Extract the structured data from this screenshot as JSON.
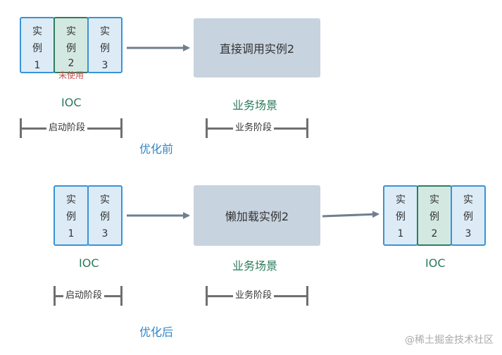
{
  "top": {
    "instances": [
      {
        "line1": "实",
        "line2": "例",
        "num": "1",
        "note": ""
      },
      {
        "line1": "实",
        "line2": "例",
        "num": "2",
        "note": "未使用"
      },
      {
        "line1": "实",
        "line2": "例",
        "num": "3",
        "note": ""
      }
    ],
    "action": "直接调用实例2",
    "ioc_label": "IOC",
    "scene_label": "业务场景",
    "startup_phase": "启动阶段",
    "business_phase": "业务阶段",
    "caption": "优化前"
  },
  "bottom": {
    "instances": [
      {
        "line1": "实",
        "line2": "例",
        "num": "1"
      },
      {
        "line1": "实",
        "line2": "例",
        "num": "3"
      }
    ],
    "action": "懒加载实例2",
    "right_instances": [
      {
        "line1": "实",
        "line2": "例",
        "num": "1"
      },
      {
        "line1": "实",
        "line2": "例",
        "num": "2"
      },
      {
        "line1": "实",
        "line2": "例",
        "num": "3"
      }
    ],
    "ioc_label": "IOC",
    "scene_label": "业务场景",
    "right_ioc_label": "IOC",
    "startup_phase": "启动阶段",
    "business_phase": "业务阶段",
    "caption": "优化后"
  },
  "watermark": "@稀土掘金技术社区",
  "colors": {
    "instance_fill": "#dcebf6",
    "instance_border": "#3a93d6",
    "highlight_fill": "#d4e8e2",
    "highlight_border": "#2f7d5e",
    "action_box": "#c7d3df",
    "arrow": "#6f7f8f",
    "ioc_text": "#2b7a5b",
    "caption_text": "#2f84c8",
    "unused_note": "#c0504d"
  }
}
